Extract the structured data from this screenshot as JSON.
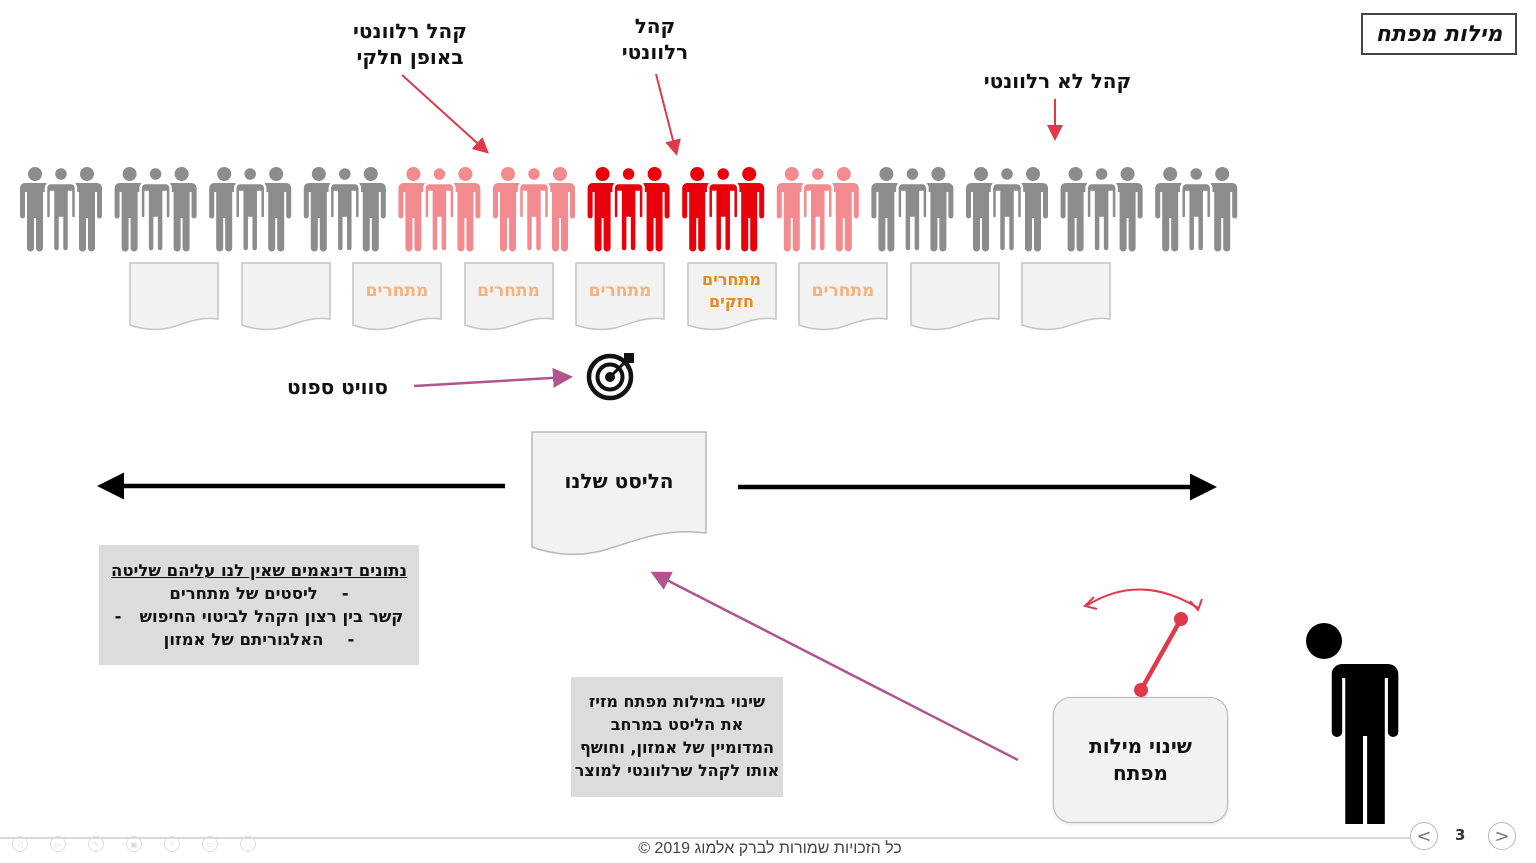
{
  "slide": {
    "title": "מילות מפתח",
    "page_number": "3",
    "copyright": "כל הזכויות שמורות לברק אלמוג 2019 ©"
  },
  "labels": {
    "partial_audience": [
      "קהל רלוונטי",
      "באופן חלקי"
    ],
    "relevant_audience": [
      "קהל",
      "רלוונטי"
    ],
    "irrelevant_audience": "קהל לא רלוונטי",
    "sweet_spot": "סוויט ספוט",
    "our_listing": "הליסט שלנו",
    "change_keywords": [
      "שינוי מילות",
      "מפתח"
    ]
  },
  "audience_groups": [
    {
      "level": "none"
    },
    {
      "level": "none"
    },
    {
      "level": "none"
    },
    {
      "level": "none"
    },
    {
      "level": "partial"
    },
    {
      "level": "partial"
    },
    {
      "level": "full"
    },
    {
      "level": "full"
    },
    {
      "level": "partial"
    },
    {
      "level": "none"
    },
    {
      "level": "none"
    },
    {
      "level": "none"
    },
    {
      "level": "none"
    }
  ],
  "competitor_docs": [
    {
      "text": [],
      "strength": "none"
    },
    {
      "text": [],
      "strength": "none"
    },
    {
      "text": [
        "מתחרים"
      ],
      "strength": "normal"
    },
    {
      "text": [
        "מתחרים"
      ],
      "strength": "normal"
    },
    {
      "text": [
        "מתחרים"
      ],
      "strength": "normal"
    },
    {
      "text": [
        "מתחרים",
        "חזקים"
      ],
      "strength": "strong"
    },
    {
      "text": [
        "מתחרים"
      ],
      "strength": "normal"
    },
    {
      "text": [],
      "strength": "none"
    },
    {
      "text": [],
      "strength": "none"
    }
  ],
  "dynamic_box": {
    "heading": "נתונים דינאמים שאין לנו עליהם שליטה",
    "items": [
      "ליסטים של מתחרים",
      "קשר בין רצון הקהל לביטוי החיפוש",
      "האלגוריתם של אמזון"
    ]
  },
  "explanation_box": {
    "lines": [
      "שינוי במילות מפתח מזיז",
      "את הליסט במרחב",
      "המדומיין של אמזון, וחושף",
      "אותו לקהל שרלוונטי למוצר"
    ]
  },
  "colors": {
    "gray_people": "#8c8c8c",
    "partial_people": "#f28b8f",
    "full_people": "#e8000b",
    "competitor_text": "#f5b27a",
    "strong_competitor_text": "#e8891e",
    "label_arrow": "#e0394a",
    "pink_arrow": "#b0558f"
  },
  "nav": {
    "prev_icon": "chevron-left-icon",
    "next_icon": "chevron-right-icon"
  }
}
